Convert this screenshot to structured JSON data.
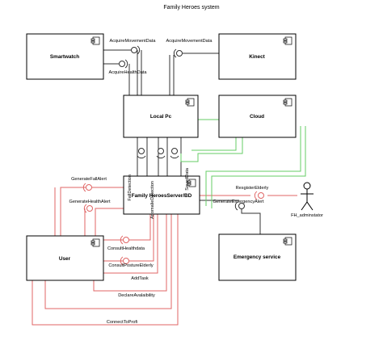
{
  "diagram": {
    "title": "Family Heroes system",
    "components": {
      "smartwatch": "Smartwatch",
      "kinect": "Kinect",
      "local_pc": "Local Pc",
      "cloud": "Cloud",
      "server": "Family HeroesServer/BD",
      "user": "User",
      "emergency": "Emergency service"
    },
    "actor": "FH_adminstator",
    "interfaces": {
      "acquire_movement_left": "AcquireMovementData",
      "acquire_movement_right": "AcquireMovementData",
      "acquire_health": "AcquireHealthData",
      "fall_detection": "FallDetection",
      "anomalie_detection": "AnomalieDetection",
      "saved_data": "SavedData",
      "generate_fall_alert": "GenerateFallAlert",
      "generate_health_alert": "GenerateHealthAlert",
      "register_elderly": "ResgisterElderly",
      "generate_emergency_alert": "GenerateEmergencyAlert",
      "consult_health": "ConsultHealthdata",
      "consult_posture": "ConsultPostureElderly",
      "add_task": "AddTask",
      "declare_availability": "DeclareAvalaibility",
      "connect_profi": "ConnectToProfi"
    },
    "colors": {
      "black_link": "#333333",
      "red_link": "#e06666",
      "green_link": "#66cc66",
      "box_border": "#000000"
    }
  }
}
